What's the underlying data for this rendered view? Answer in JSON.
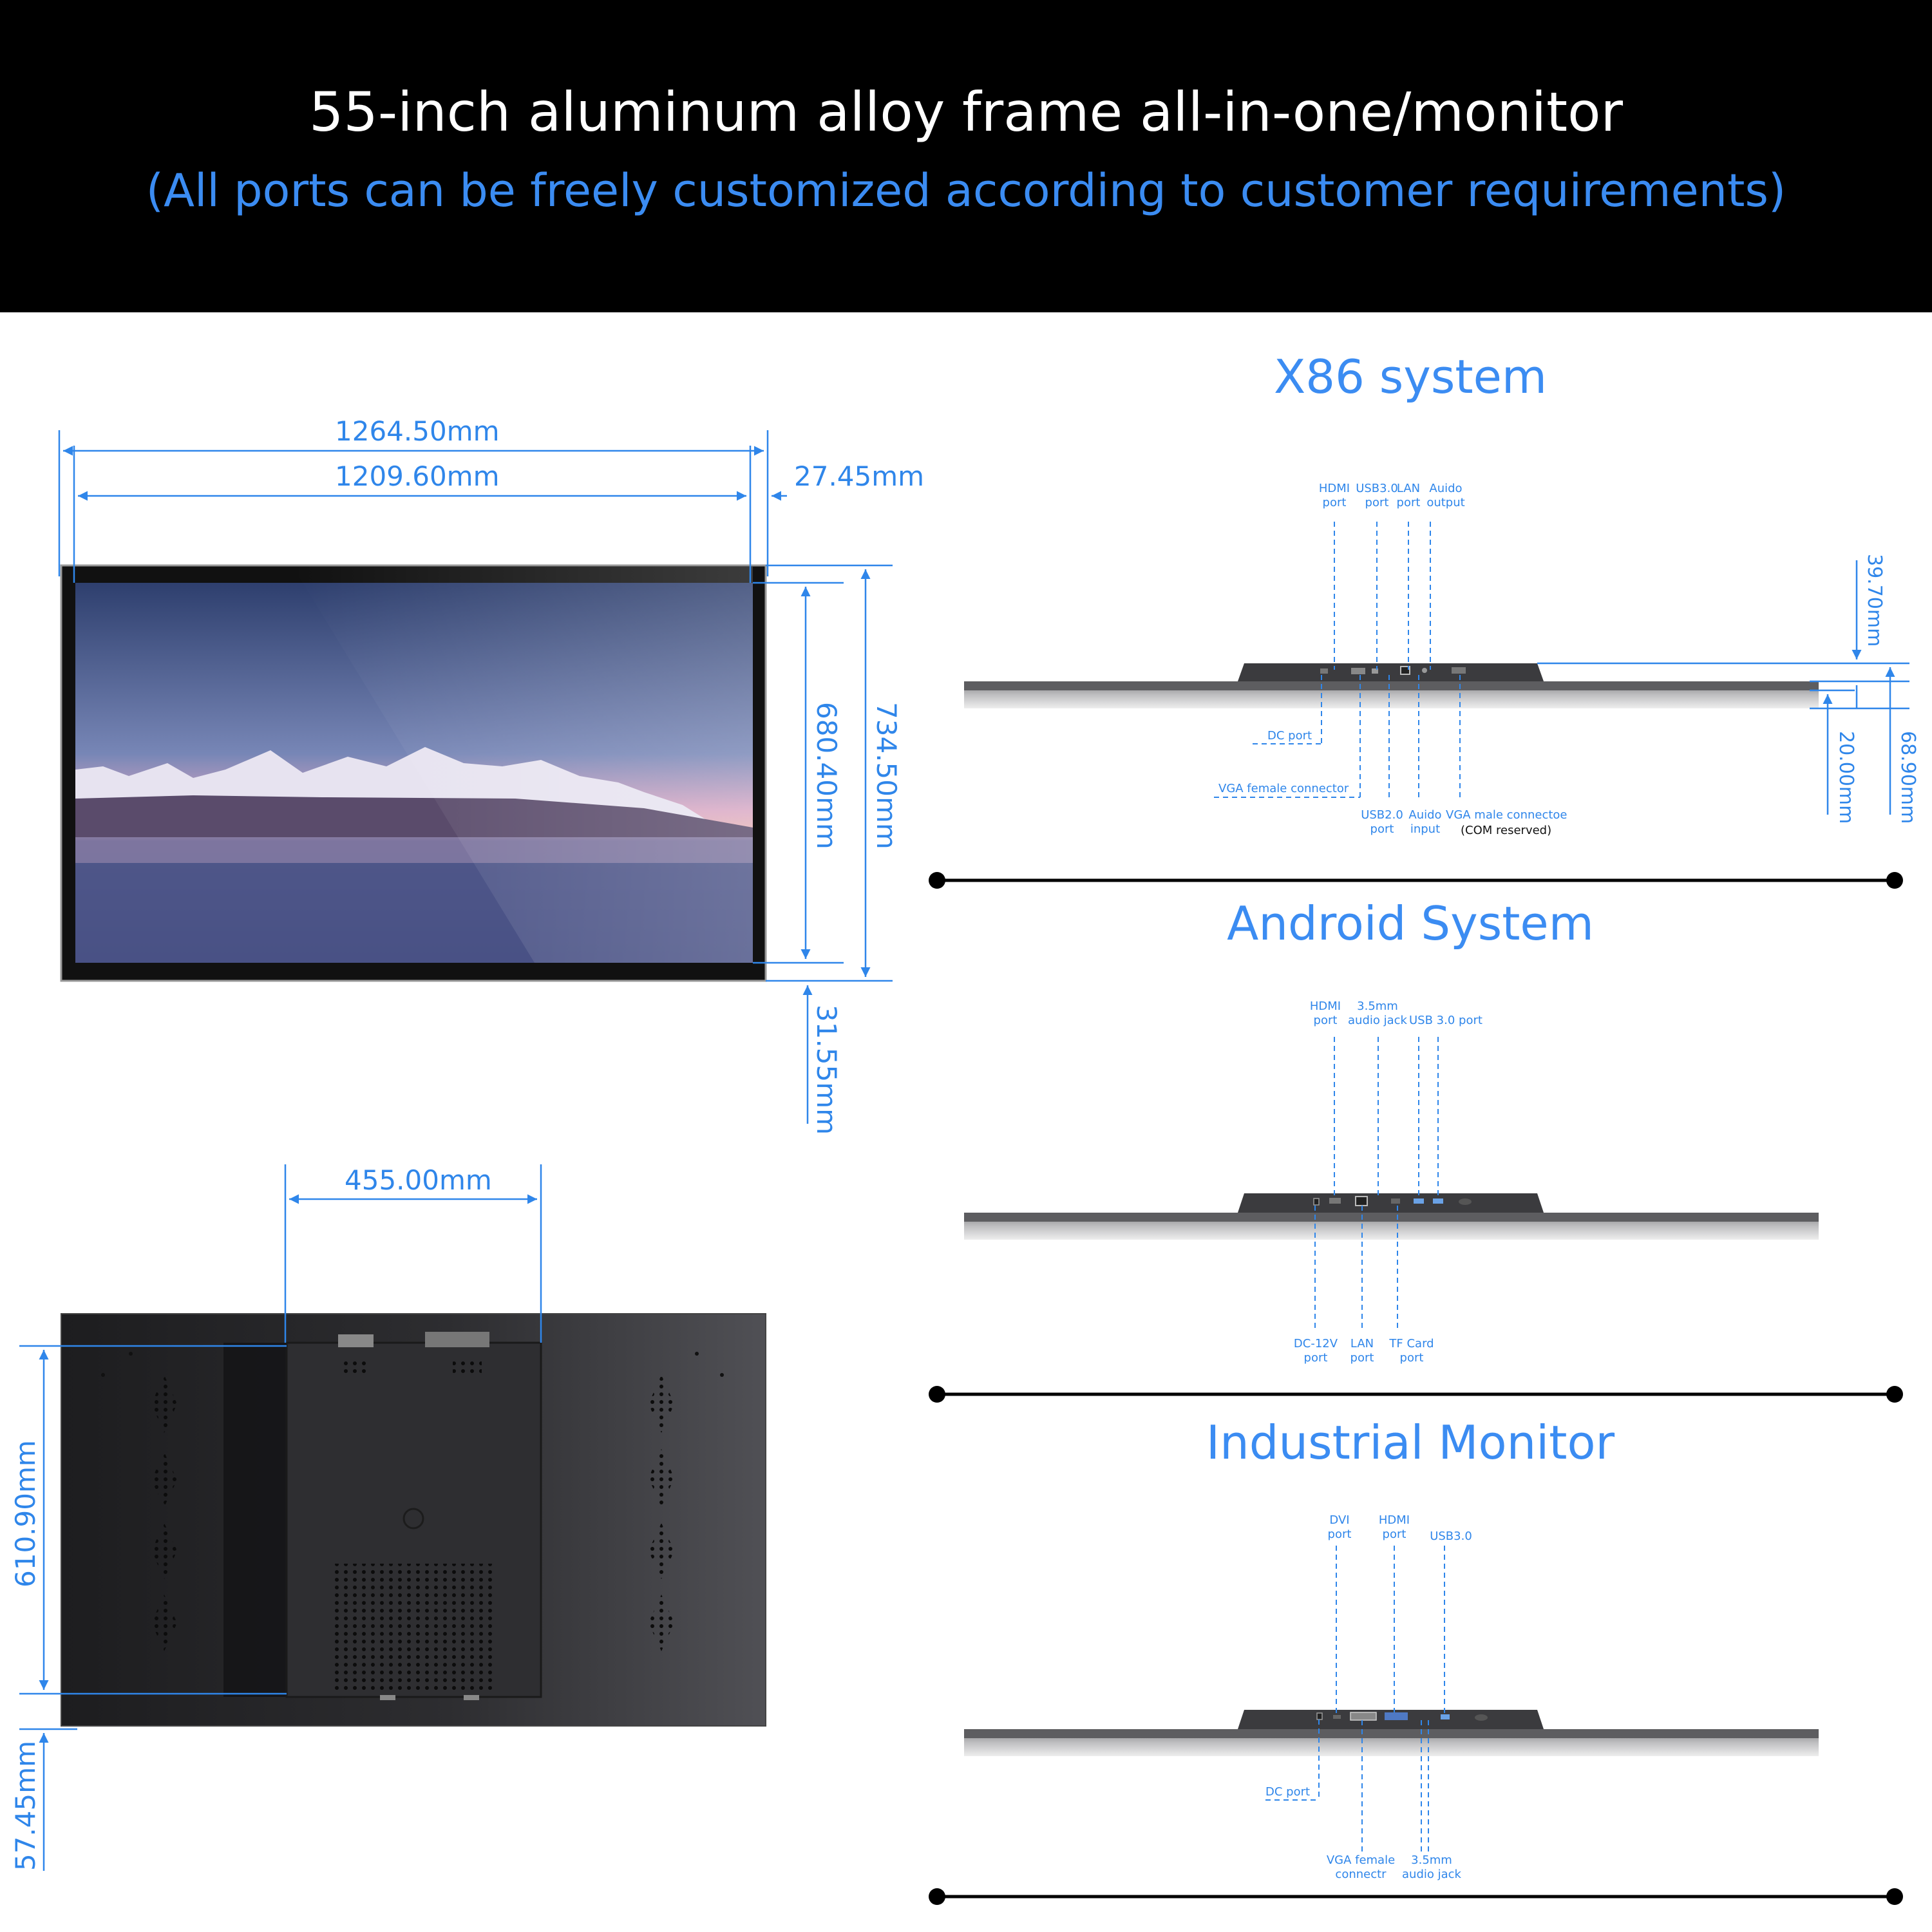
{
  "header": {
    "title": "55-inch aluminum alloy frame all-in-one/monitor",
    "subtitle": "(All ports can be freely customized according to customer requirements)"
  },
  "front_view": {
    "dimensions": {
      "total_width": "1264.50mm",
      "screen_width": "1209.60mm",
      "side_bezel": "27.45mm",
      "screen_height": "680.40mm",
      "total_height": "734.50mm",
      "bottom_bezel": "31.55mm"
    }
  },
  "back_view": {
    "dimensions": {
      "box_width": "455.00mm",
      "box_height": "610.90mm",
      "bottom_offset": "57.45mm"
    }
  },
  "x86": {
    "title": "X86 system",
    "top_labels": [
      {
        "l1": "HDMI",
        "l2": "port"
      },
      {
        "l1": "USB3.0",
        "l2": "port"
      },
      {
        "l1": "LAN",
        "l2": "port"
      },
      {
        "l1": "Auido",
        "l2": "output"
      }
    ],
    "dc_port": "DC port",
    "vga_female": "VGA female connector",
    "usb2": {
      "l1": "USB2.0",
      "l2": "port"
    },
    "audio_in": {
      "l1": "Auido",
      "l2": "input"
    },
    "vga_male": "VGA male connectoe",
    "com_reserved": "(COM reserved)",
    "dims": {
      "top": "39.70mm",
      "mid": "20.00mm",
      "total": "68.90mm"
    }
  },
  "android": {
    "title": "Android System",
    "top_labels": [
      {
        "l1": "HDMI",
        "l2": "port"
      },
      {
        "l1": "3.5mm",
        "l2": "audio jack"
      },
      {
        "l1": "USB 3.0 port",
        "l2": ""
      }
    ],
    "bottom_labels": [
      {
        "l1": "DC-12V",
        "l2": "port"
      },
      {
        "l1": "LAN",
        "l2": "port"
      },
      {
        "l1": "TF Card",
        "l2": "port"
      }
    ]
  },
  "industrial": {
    "title": "Industrial Monitor",
    "top_labels": [
      {
        "l1": "DVI",
        "l2": "port"
      },
      {
        "l1": "HDMI",
        "l2": "port"
      },
      {
        "l1": "USB3.0",
        "l2": ""
      }
    ],
    "dc_port": "DC port",
    "bottom_labels": [
      {
        "l1": "VGA female",
        "l2": "connectr"
      },
      {
        "l1": "3.5mm",
        "l2": "audio jack"
      }
    ]
  },
  "colors": {
    "accent": "#2f86ea",
    "title_blue": "#3b8cf2",
    "banner": "#000000"
  }
}
